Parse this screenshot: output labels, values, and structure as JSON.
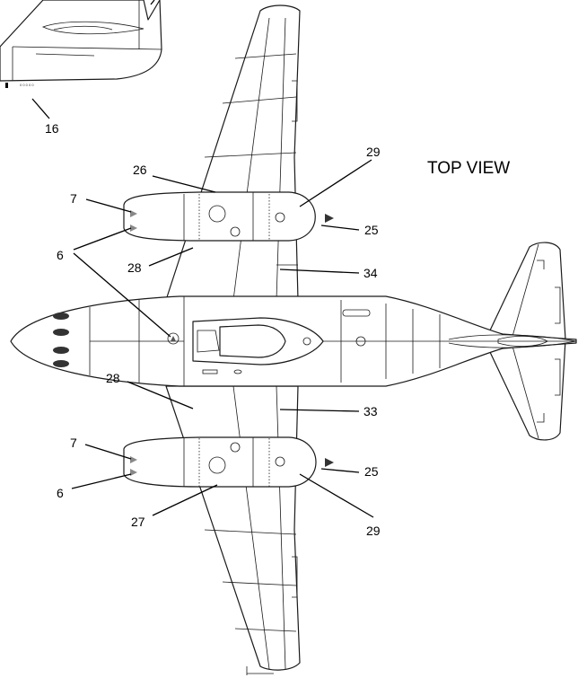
{
  "title": "TOP VIEW",
  "inset_text": "",
  "callouts": [
    {
      "id": "c16",
      "label": "16"
    },
    {
      "id": "c26",
      "label": "26"
    },
    {
      "id": "c29a",
      "label": "29"
    },
    {
      "id": "c7a",
      "label": "7"
    },
    {
      "id": "c25a",
      "label": "25"
    },
    {
      "id": "c6a",
      "label": "6"
    },
    {
      "id": "c28a",
      "label": "28"
    },
    {
      "id": "c34",
      "label": "34"
    },
    {
      "id": "c28b",
      "label": "28"
    },
    {
      "id": "c33",
      "label": "33"
    },
    {
      "id": "c7b",
      "label": "7"
    },
    {
      "id": "c25b",
      "label": "25"
    },
    {
      "id": "c6b",
      "label": "6"
    },
    {
      "id": "c27",
      "label": "27"
    },
    {
      "id": "c29b",
      "label": "29"
    }
  ]
}
